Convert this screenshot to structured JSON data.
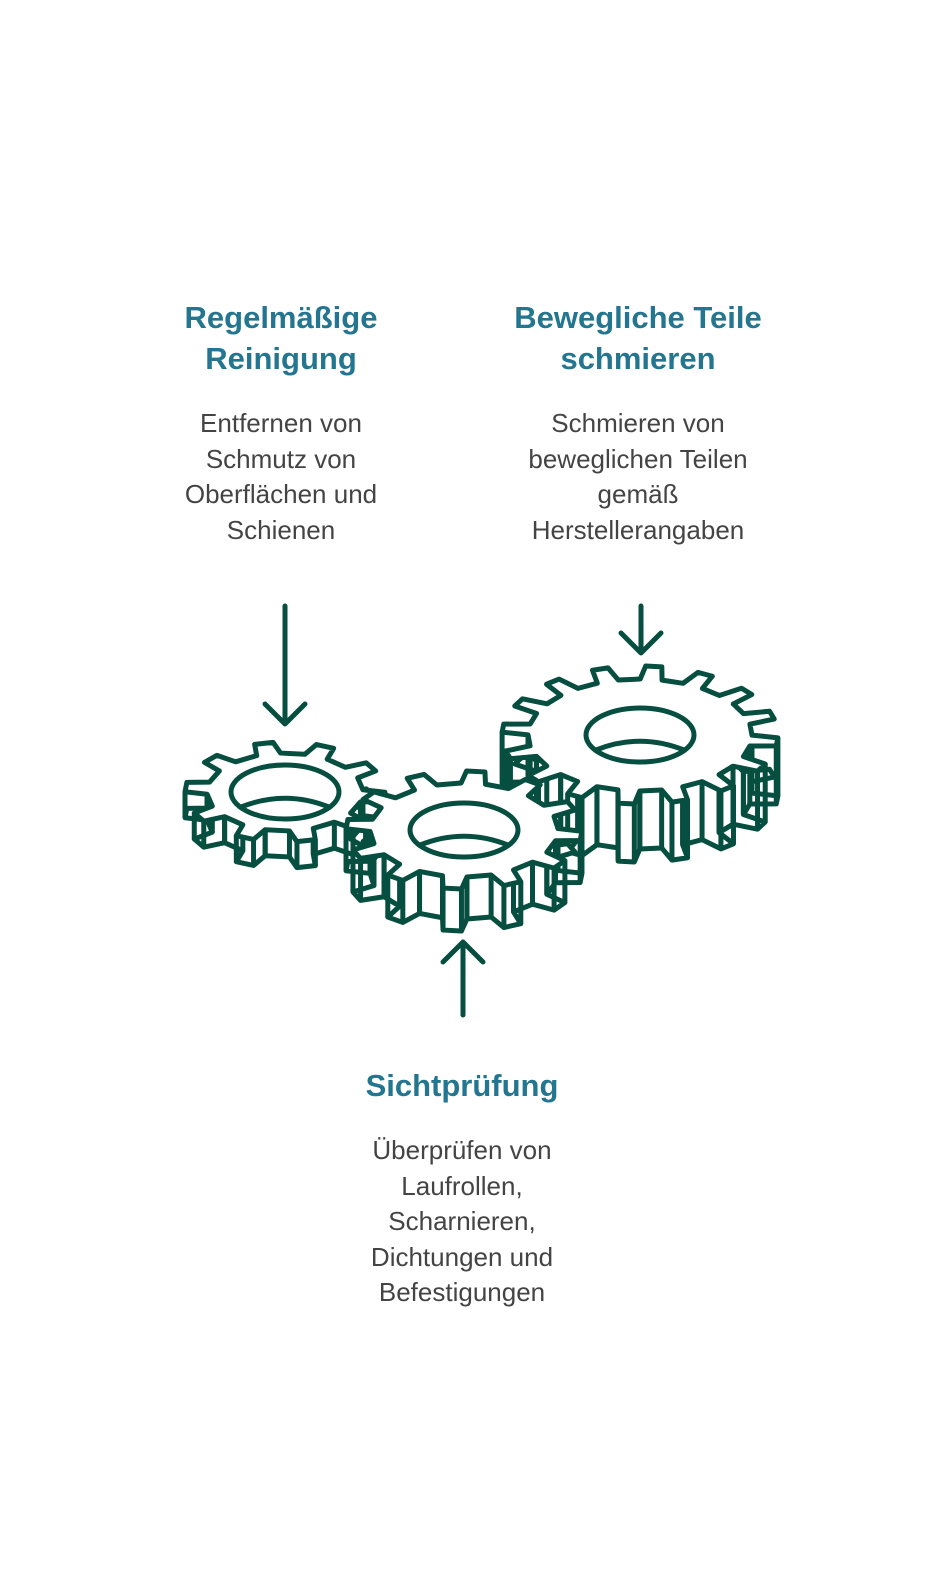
{
  "colors": {
    "title": "#237590",
    "body": "#444444",
    "gear": "#064e3f"
  },
  "items": [
    {
      "title": "Regelmäßige Reinigung",
      "body": "Entfernen von Schmutz von Oberflächen und Schienen"
    },
    {
      "title": "Bewegliche Teile schmieren",
      "body": "Schmieren von beweglichen Teilen gemäß Herstellerangaben"
    },
    {
      "title": "Sichtprüfung",
      "body": "Überprüfen von Laufrollen, Scharnieren, Dichtungen und Befestigungen"
    }
  ],
  "icons": [
    "gears-icon",
    "arrow-down-icon",
    "arrow-up-icon"
  ]
}
